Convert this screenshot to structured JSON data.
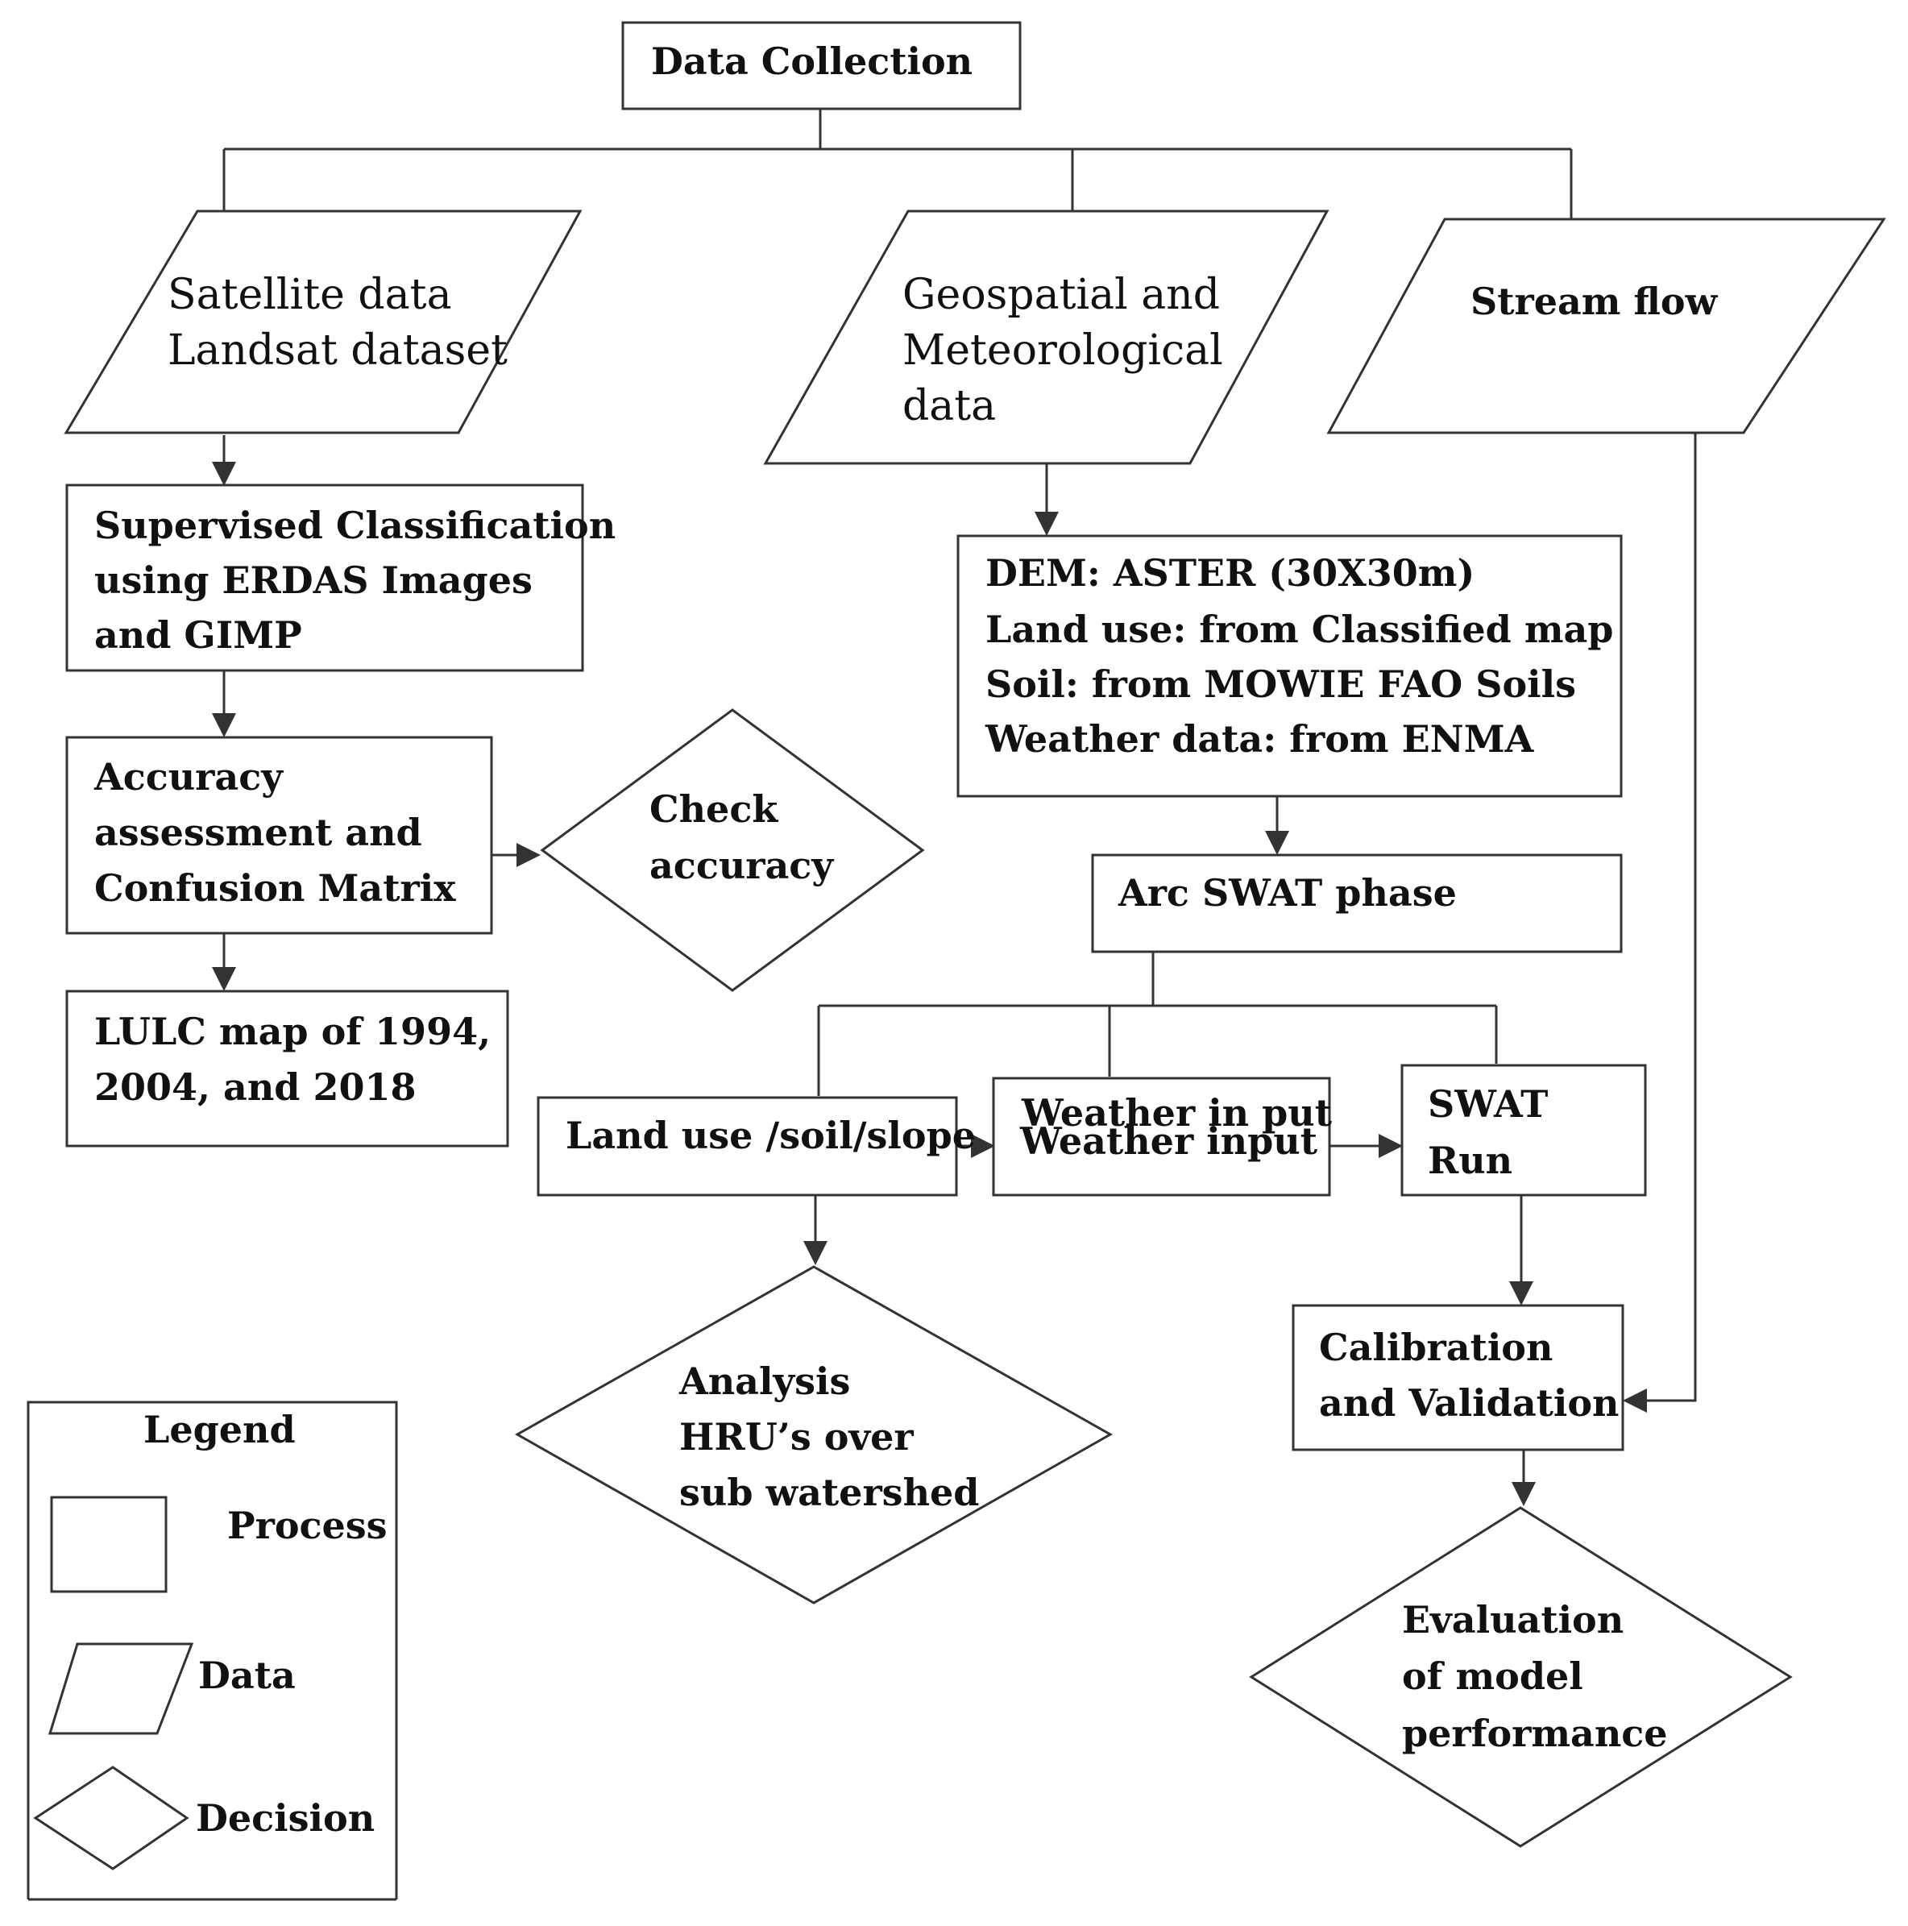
{
  "data_collection": "Data Collection",
  "satellite": [
    "Satellite data",
    "Landsat dataset"
  ],
  "geospatial": [
    "Geospatial and",
    "Meteorological",
    "data"
  ],
  "stream_flow": "Stream flow",
  "supervised": [
    "Supervised Classification",
    "using ERDAS Images",
    "and GIMP"
  ],
  "accuracy_assessment": [
    "Accuracy",
    "assessment and",
    "Confusion Matrix"
  ],
  "check_accuracy": [
    "Check",
    "accuracy"
  ],
  "lulc": [
    "LULC map of 1994,",
    "2004, and 2018"
  ],
  "dem_inputs": [
    "DEM: ASTER (30X30m)",
    "Land use: from Classified map",
    "Soil: from MOWIE FAO Soils",
    "Weather data: from ENMA"
  ],
  "arc_swat": "Arc SWAT phase",
  "land_use_soil_slope": "Land use /soil/slope",
  "weather_input_a": "Weather in put",
  "weather_input_b": "Weather input",
  "swat_run": [
    "SWAT",
    "Run"
  ],
  "analysis": [
    "Analysis",
    "HRU’s over",
    "sub watershed"
  ],
  "calibration": [
    "Calibration",
    "and Validation"
  ],
  "evaluation": [
    "Evaluation",
    "of model",
    "performance"
  ],
  "legend": {
    "title": "Legend",
    "process": "Process",
    "data": "Data",
    "decision": "Decision"
  },
  "colors": {
    "stroke": "#333333",
    "text": "#111111",
    "background": "#ffffff"
  }
}
